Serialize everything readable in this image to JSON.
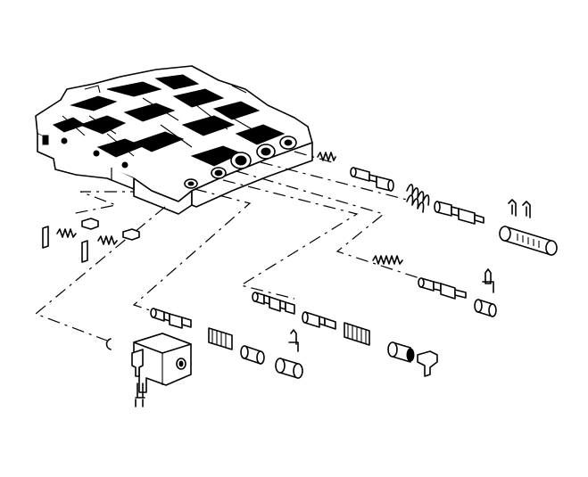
{
  "diagram": {
    "colors": {
      "ink": "#000000",
      "paper": "#ffffff"
    },
    "components": [
      "valve-body",
      "valve-train-top",
      "valve-train-middle",
      "valve-train-lower",
      "valve-train-bottom",
      "solenoid",
      "retainer-clips",
      "spring-and-pin-left"
    ]
  }
}
